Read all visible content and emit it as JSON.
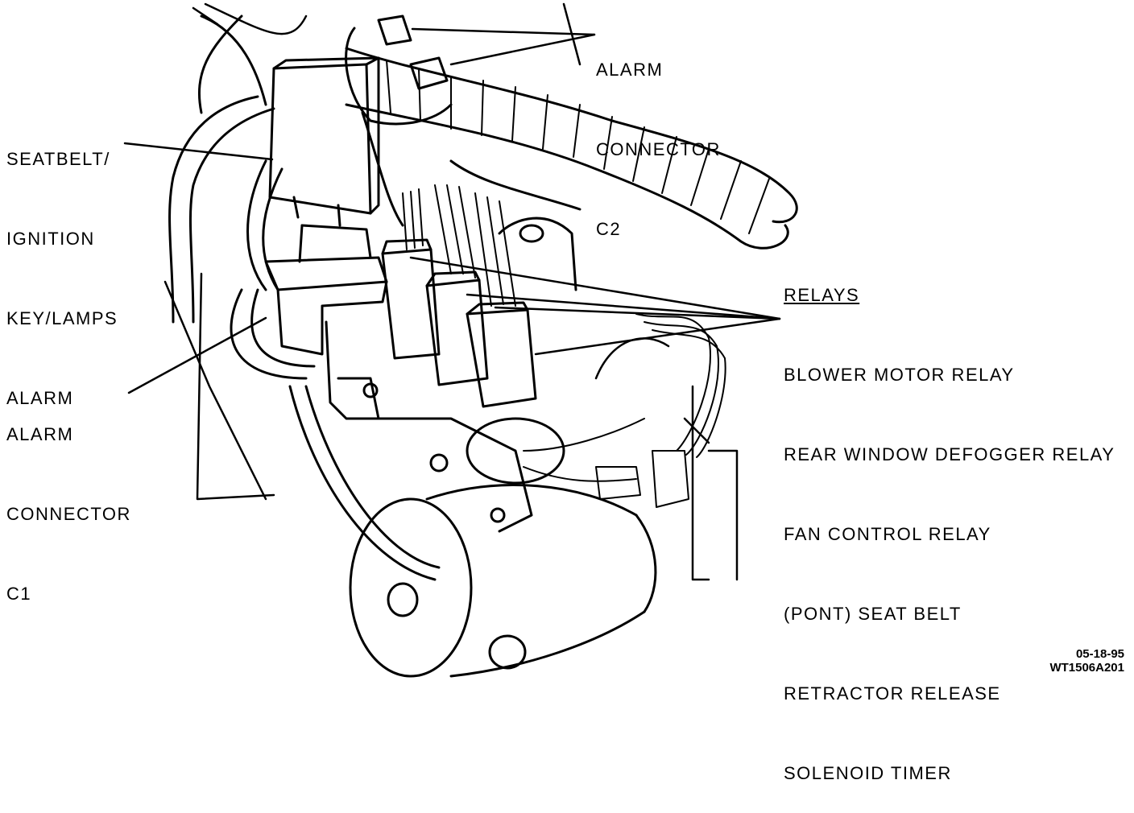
{
  "labels": {
    "alarm_c2": [
      "ALARM",
      "CONNECTOR",
      "C2"
    ],
    "seatbelt_alarm": [
      "SEATBELT/",
      "IGNITION",
      "KEY/LAMPS",
      "ALARM"
    ],
    "relays_title": "RELAYS",
    "relays": [
      "BLOWER MOTOR RELAY",
      "REAR WINDOW DEFOGGER RELAY",
      "FAN CONTROL RELAY",
      "(PONT) SEAT BELT",
      "RETRACTOR RELEASE",
      "SOLENOID TIMER"
    ],
    "alarm_c1": [
      "ALARM",
      "CONNECTOR",
      "C1"
    ]
  },
  "footer": {
    "date": "05-18-95",
    "code": "WT1506A201"
  }
}
